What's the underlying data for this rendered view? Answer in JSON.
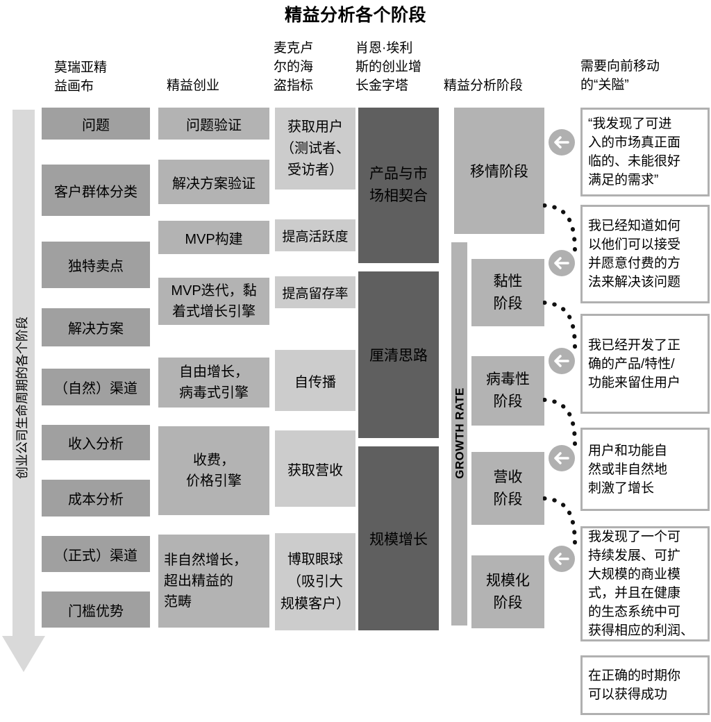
{
  "title": "精益分析各个阶段",
  "left_axis": {
    "label": "创业公司生命周期的各个阶段",
    "icon": "down-arrow-icon"
  },
  "growth_axis": {
    "label": "GROWTH RATE"
  },
  "headers": {
    "lean_canvas": "莫瑞亚精\n益画布",
    "lean_startup": "精益创业",
    "pirate_metrics": "麦克卢\n尔的海\n盗指标",
    "growth_pyramid": "肖恩·埃利\n斯的创业增\n长金字塔",
    "lean_analytics": "精益分析阶段",
    "gates": "需要向前移动\n的“关隘”"
  },
  "colors": {
    "canvas_box": "#a0a0a0",
    "startup_box": "#b3b3b3",
    "pirate_box": "#cccccc",
    "pyramid_box": "#5f5f5f",
    "analytics_box": "#b3b3b3",
    "gate_border": "#b0b0b0",
    "axis_gray": "#d9d9d9",
    "arrow_badge": "#b0b0b0"
  },
  "columns": {
    "lean_canvas": [
      {
        "label": "问题"
      },
      {
        "label": "客户群体分类"
      },
      {
        "label": "独特卖点"
      },
      {
        "label": "解决方案"
      },
      {
        "label": "（自然）渠道"
      },
      {
        "label": "收入分析"
      },
      {
        "label": "成本分析"
      },
      {
        "label": "（正式）渠道"
      },
      {
        "label": "门槛优势"
      }
    ],
    "lean_startup": [
      {
        "label": "问题验证"
      },
      {
        "label": "解决方案验证"
      },
      {
        "label": "MVP构建"
      },
      {
        "label": "MVP迭代，黏\n着式增长引擎"
      },
      {
        "label": "自由增长，\n病毒式引擎"
      },
      {
        "label": "收费，\n价格引擎"
      },
      {
        "label": "非自然增长，\n超出精益的\n范畴"
      }
    ],
    "pirate_metrics": [
      {
        "label": "获取用户\n（测试者、\n受访者）"
      },
      {
        "label": "提高活跃度"
      },
      {
        "label": "提高留存率"
      },
      {
        "label": "自传播"
      },
      {
        "label": "获取营收"
      },
      {
        "label": "博取眼球\n（吸引大\n规模客户）"
      }
    ],
    "growth_pyramid": [
      {
        "label": "产品与市\n场相契合"
      },
      {
        "label": "厘清思路"
      },
      {
        "label": "规模增长"
      }
    ],
    "lean_analytics": [
      {
        "label": "移情阶段"
      },
      {
        "label": "黏性\n阶段"
      },
      {
        "label": "病毒性\n阶段"
      },
      {
        "label": "营收\n阶段"
      },
      {
        "label": "规模化\n阶段"
      }
    ],
    "gates": [
      {
        "label": "“我发现了可进\n入的市场真正面\n临的、未能很好\n满足的需求”"
      },
      {
        "label": "我已经知道如何\n以他们可以接受\n并愿意付费的方\n法来解决该问题"
      },
      {
        "label": "我已经开发了正\n确的产品/特性/\n功能来留住用户"
      },
      {
        "label": "用户和功能自\n然或非自然地\n刺激了增长"
      },
      {
        "label": "我发现了一个可\n持续发展、可扩\n大规模的商业模\n式，并且在健康\n的生态系统中可\n获得相应的利润、"
      },
      {
        "label": "在正确的时期你\n可以获得成功"
      }
    ]
  },
  "arrows": [
    {
      "name": "gate-arrow-1"
    },
    {
      "name": "gate-arrow-2"
    },
    {
      "name": "gate-arrow-3"
    },
    {
      "name": "gate-arrow-4"
    },
    {
      "name": "gate-arrow-5"
    }
  ]
}
